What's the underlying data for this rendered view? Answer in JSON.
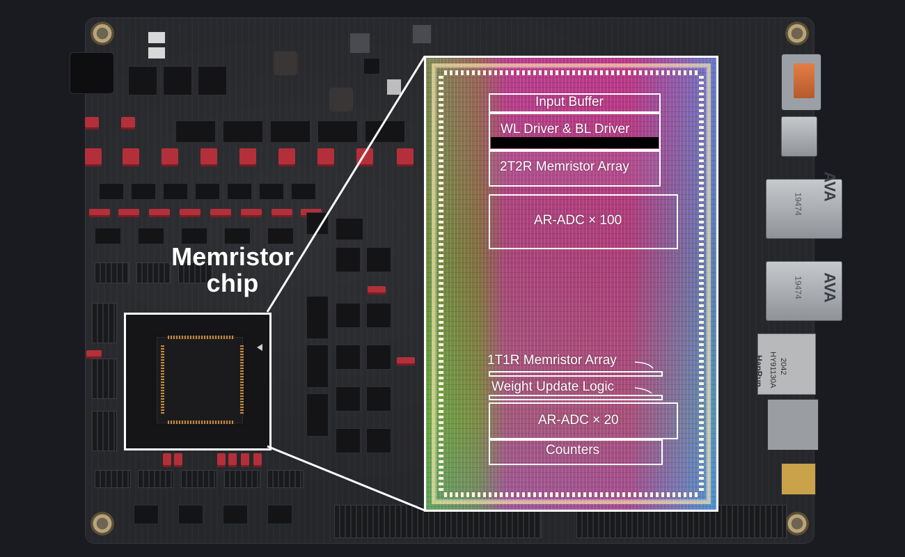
{
  "annotation": {
    "chip_label": "Memristor chip"
  },
  "die_blocks": {
    "input_buffer": "Input Buffer",
    "wl_bl_driver": "WL Driver & BL Driver",
    "memristor_array_2t2r": "2T2R Memristor Array",
    "ar_adc_100": "AR-ADC × 100",
    "memristor_array_1t1r": "1T1R Memristor Array",
    "weight_update_logic": "Weight Update Logic",
    "ar_adc_20": "AR-ADC × 20",
    "counters": "Counters"
  },
  "board_markings": {
    "usb_port_top": "19474",
    "usb_port_bottom": "19474",
    "usb_brand": "AVA",
    "ethernet_brand": "HanRun",
    "ethernet_part": "HY91130A",
    "ethernet_code": "2042"
  },
  "colors": {
    "background": "#1a1b20",
    "pcb": "#26272b",
    "outline": "#ffffff",
    "jumper": "#b3303a"
  }
}
